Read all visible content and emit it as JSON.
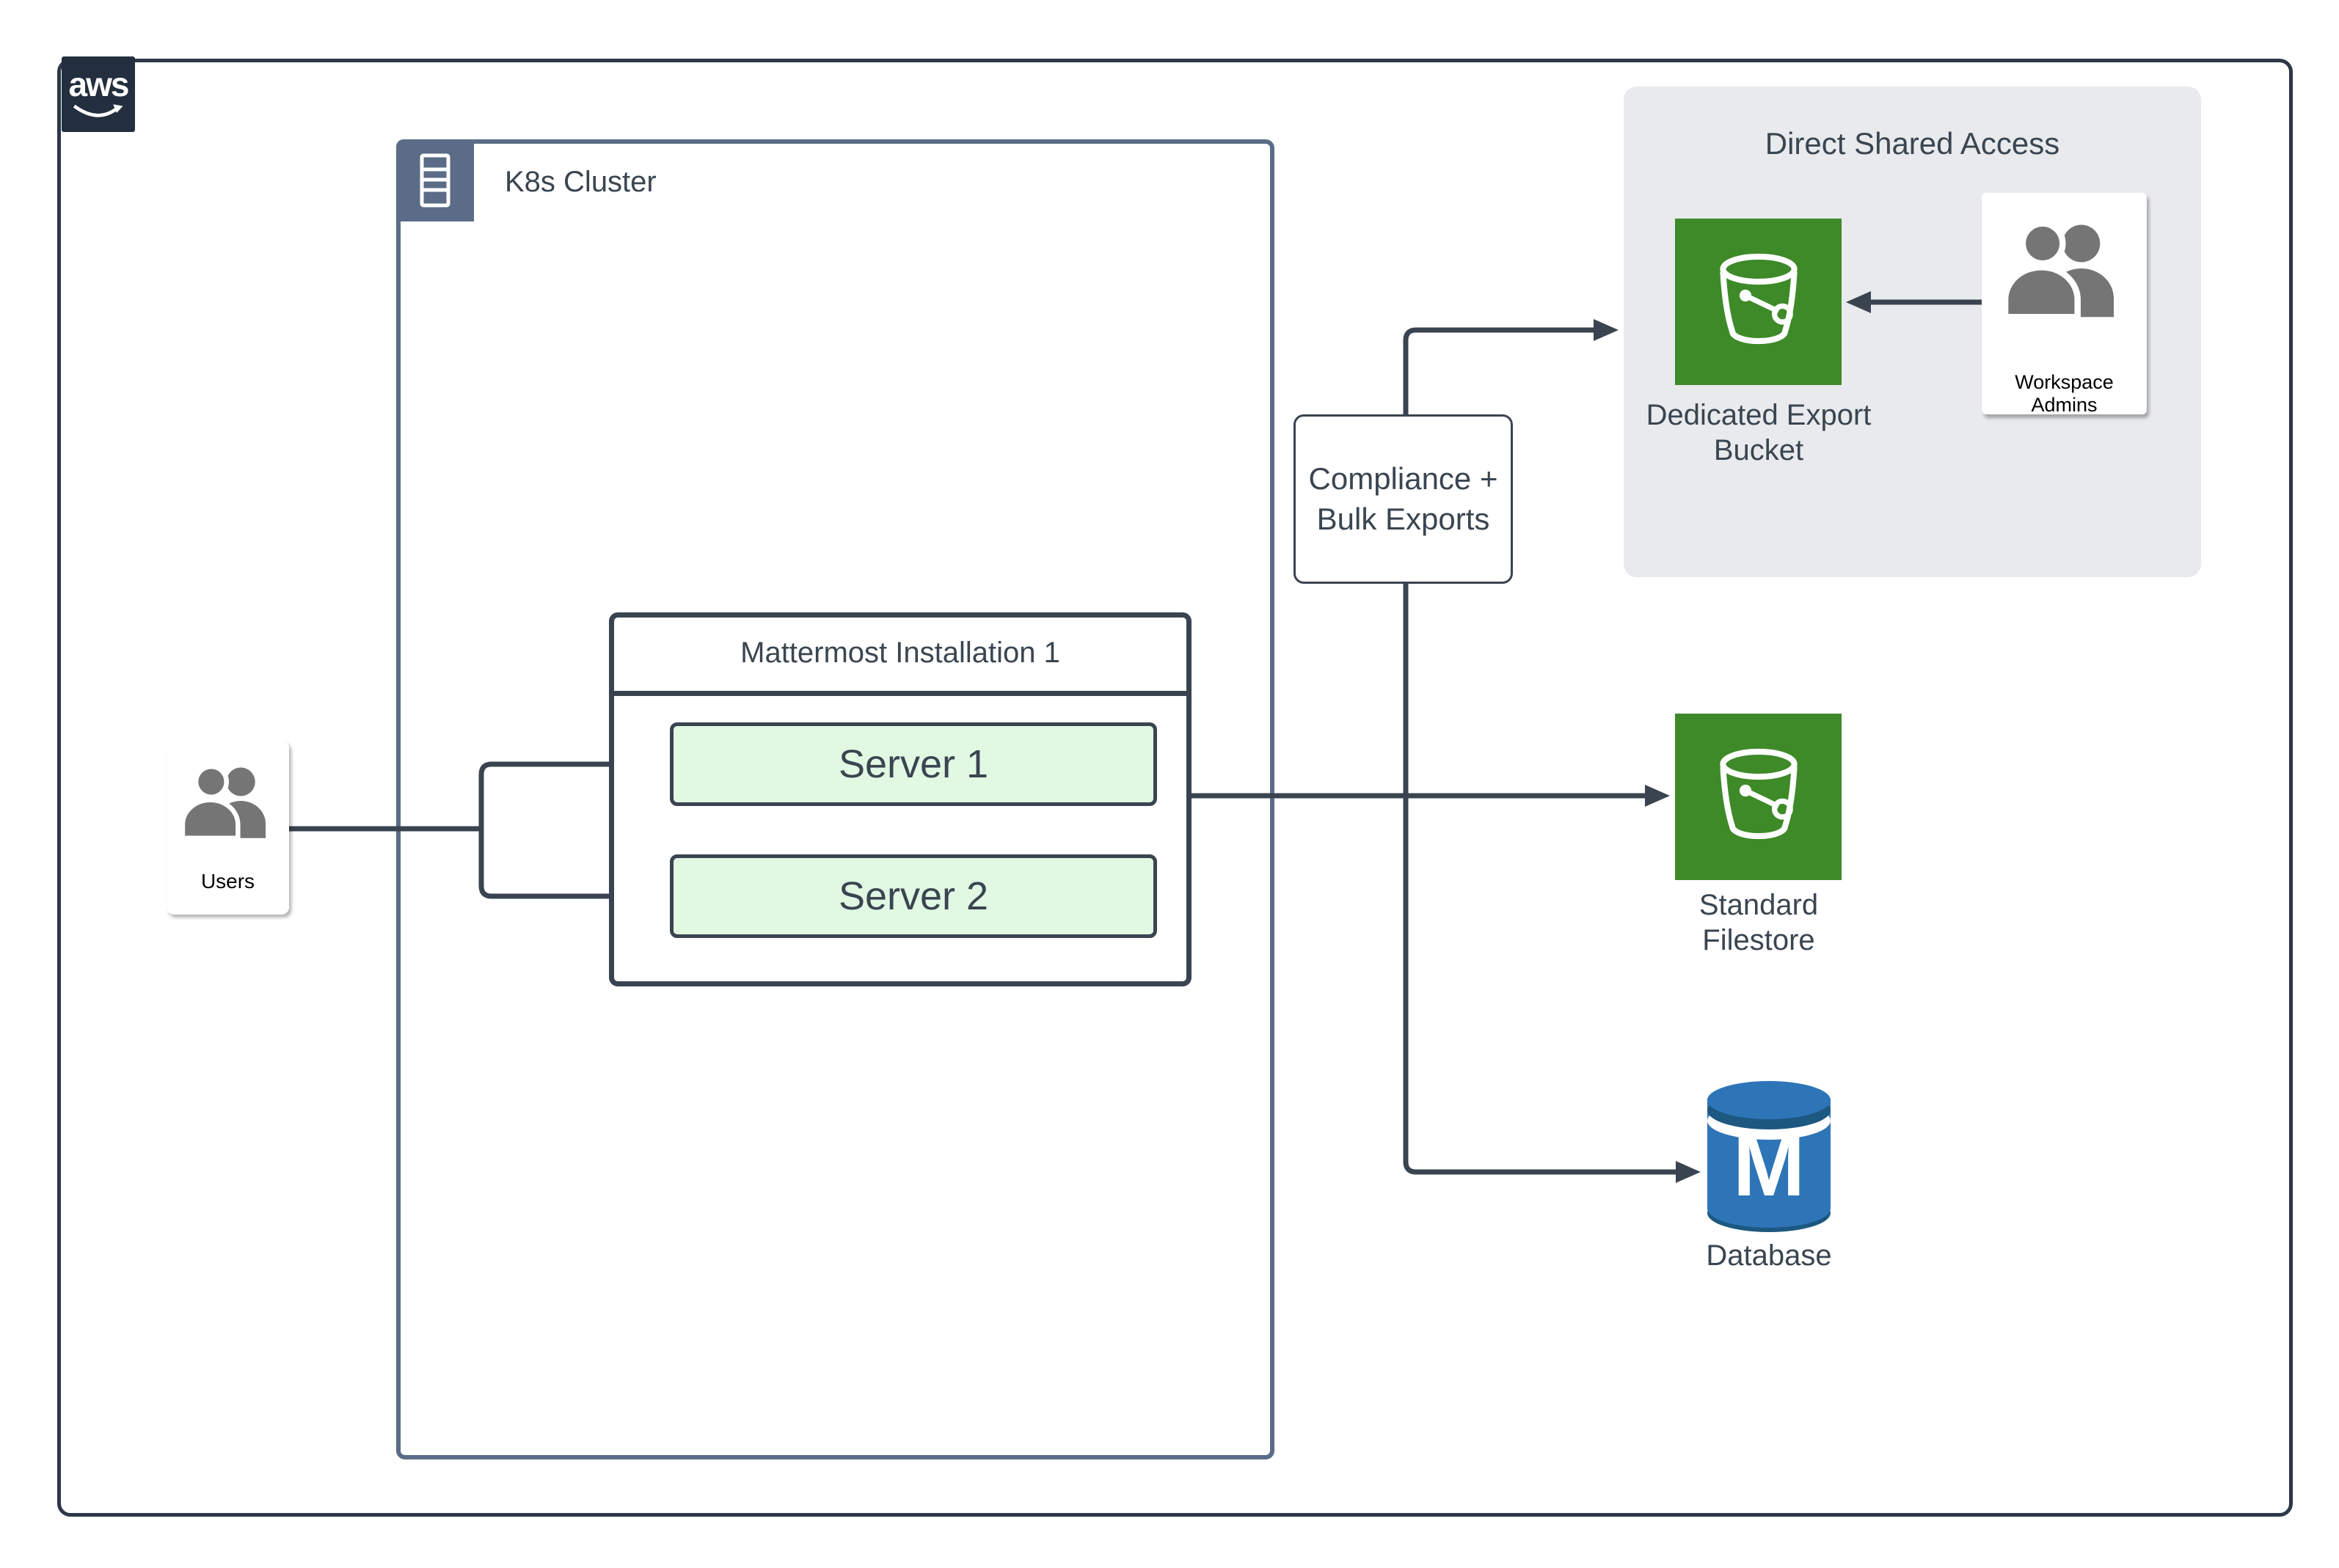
{
  "aws": {
    "logo_text": "aws"
  },
  "k8s_cluster": {
    "label": "K8s Cluster"
  },
  "users": {
    "label": "Users"
  },
  "mattermost": {
    "title": "Mattermost Installation 1",
    "servers": [
      {
        "label": "Server 1"
      },
      {
        "label": "Server 2"
      }
    ]
  },
  "compliance": {
    "line1": "Compliance +",
    "line2": "Bulk Exports"
  },
  "direct_shared_access": {
    "title": "Direct Shared Access",
    "bucket": {
      "line1": "Dedicated Export",
      "line2": "Bucket"
    },
    "admins": {
      "label": "Workspace Admins"
    }
  },
  "standard_filestore": {
    "line1": "Standard",
    "line2": "Filestore"
  },
  "database": {
    "label": "Database",
    "letter": "M"
  },
  "colors": {
    "line_dark": "#3A4450",
    "frame_dark": "#2C3748",
    "k8s_border": "#5A6C87",
    "server_fill": "#E1F8E3",
    "bucket_green": "#3E8A28",
    "db_blue": "#2E75B8",
    "db_dark_blue": "#1D5880",
    "aws_navy": "#232F3E",
    "region_gray": "#E9EAED",
    "text_slate": "#3A4550",
    "icon_gray": "#757575"
  }
}
